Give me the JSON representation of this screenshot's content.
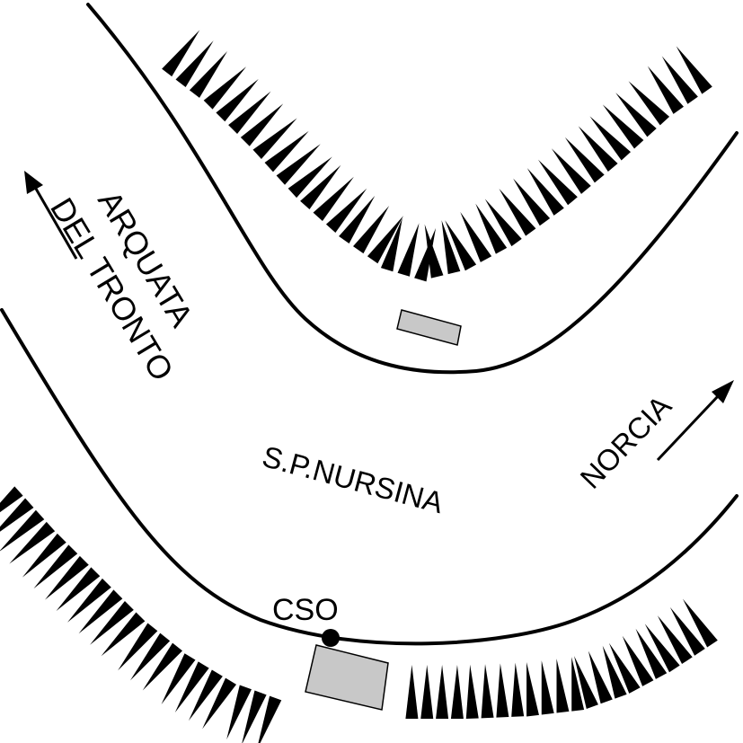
{
  "colors": {
    "line": "#000000",
    "building_fill": "#c8c8c8",
    "background": "#ffffff"
  },
  "labels": {
    "road": "S.P.NURSINA",
    "west_line1": "ARQUATA",
    "west_line2": "DEL TRONTO",
    "east": "NORCIA",
    "station": "CSO"
  },
  "icons": {
    "west_arrow": "arrow-icon",
    "east_arrow": "arrow-icon",
    "station_marker": "filled-circle"
  }
}
